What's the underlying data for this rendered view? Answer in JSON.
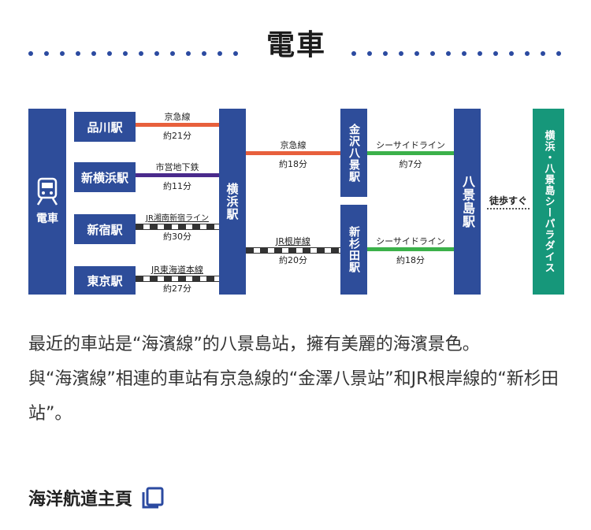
{
  "section": {
    "title": "電車"
  },
  "diagram": {
    "origin": "電車",
    "stations": {
      "shinagawa": "品川駅",
      "shinyokohama": "新横浜駅",
      "shinjuku": "新宿駅",
      "tokyo": "東京駅",
      "yokohama": "横浜駅",
      "kanazawa_hakkei": "金沢八景駅",
      "shinsugita": "新杉田駅",
      "hakkeijima": "八景島駅",
      "destination": "横浜・八景島シーパラダイス"
    },
    "routes": [
      {
        "line": "京急線",
        "time": "約21分",
        "color": "#e8603c"
      },
      {
        "line": "市営地下鉄",
        "time": "約11分",
        "color": "#4a2a8c"
      },
      {
        "line": "JR湘南新宿ライン",
        "time": "約30分"
      },
      {
        "line": "JR東海道本線",
        "time": "約27分"
      },
      {
        "line": "京急線",
        "time": "約18分",
        "color": "#e8603c"
      },
      {
        "line": "JR根岸線",
        "time": "約20分"
      },
      {
        "line": "シーサイドライン",
        "time": "約7分",
        "color": "#3bb14a"
      },
      {
        "line": "シーサイドライン",
        "time": "約18分",
        "color": "#3bb14a"
      }
    ],
    "walk": "徒歩すぐ"
  },
  "description": {
    "para1": "最近的車站是“海濱線”的八景島站，擁有美麗的海濱景色。",
    "para2": "與“海濱線”相連的車站有京急線的“金澤八景站”和JR根岸線的“新杉田站”。"
  },
  "footer": {
    "link_label": "海洋航道主頁"
  }
}
